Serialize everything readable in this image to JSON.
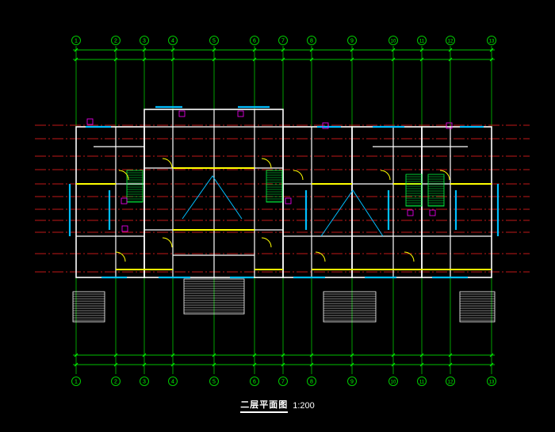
{
  "drawing": {
    "title": "二层平面图",
    "scale": "1:200"
  },
  "grid_axes": {
    "labels": [
      "1",
      "2",
      "3",
      "4",
      "5",
      "6",
      "7",
      "8",
      "9",
      "10",
      "11",
      "12",
      "13"
    ]
  },
  "colors": {
    "background": "#000000",
    "grid_line": "#00c800",
    "dimension_line": "#00ff00",
    "axis_dash": "#ff2020",
    "wall": "#ffffff",
    "wall_highlight": "#ffff00",
    "window": "#00bfff",
    "door": "#ffff00",
    "stair": "#00ff40",
    "fixture": "#ff00ff",
    "text": "#ffffff"
  }
}
